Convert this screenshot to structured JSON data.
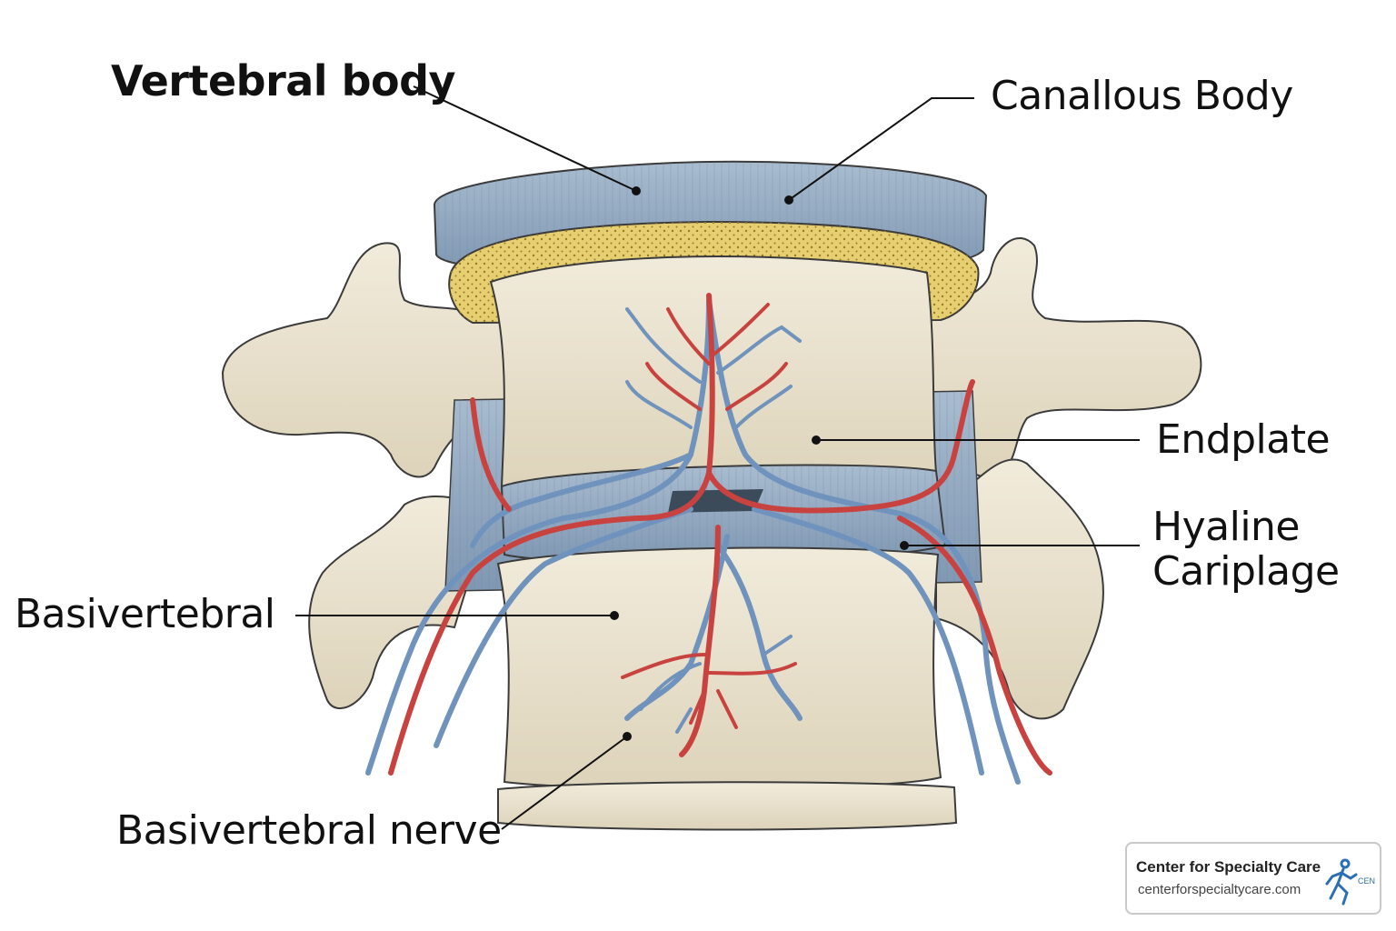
{
  "labels": {
    "vertebral_body": "Vertebral body",
    "canallous_body": "Canallous Body",
    "endplate": "Endplate",
    "hyaline_line1": "Hyaline",
    "hyaline_line2": "Cariplage",
    "basivertebral": "Basivertebral",
    "basivertebral_nerve": "Basivertebral nerve"
  },
  "badge": {
    "name": "Center for Specialty Care",
    "url": "centerforspecialtycare.com",
    "logo_icon": "running-figure-icon",
    "logo_text": "CEN"
  },
  "colors": {
    "bone": "#ebe4d2",
    "bone_shadow": "#c9bfa6",
    "disc_blue": "#93a9bf",
    "marrow_yellow": "#e6cf70",
    "vessel_red": "#c8433f",
    "vessel_blue": "#6f93bd",
    "badge_logo_blue": "#2a6fb5"
  }
}
